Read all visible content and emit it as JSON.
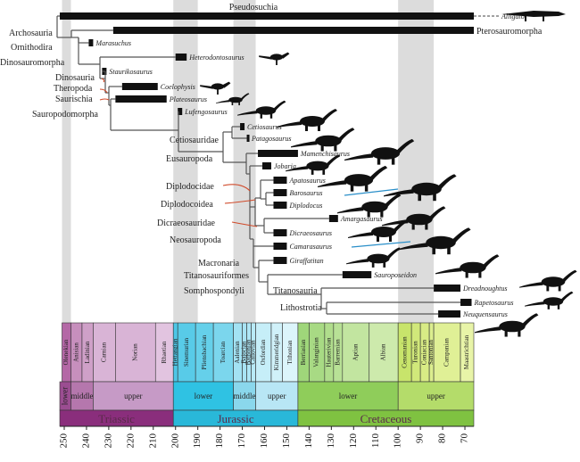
{
  "x_axis": {
    "ticks": [
      "250",
      "240",
      "230",
      "220",
      "210",
      "200",
      "190",
      "180",
      "170",
      "160",
      "150",
      "140",
      "130",
      "120",
      "110",
      "100",
      "90",
      "80",
      "70"
    ]
  },
  "periods": [
    {
      "name": "Triassic",
      "start": 252,
      "end": 201,
      "color": "#8a2e7c"
    },
    {
      "name": "Jurassic",
      "start": 201,
      "end": 145,
      "color": "#29b8d9"
    },
    {
      "name": "Cretaceous",
      "start": 145,
      "end": 66,
      "color": "#7fc241"
    }
  ],
  "epochs": [
    {
      "name": "lower",
      "start": 252,
      "end": 247,
      "color": "#9b4d91"
    },
    {
      "name": "middle",
      "start": 247,
      "end": 237,
      "color": "#b577ad"
    },
    {
      "name": "upper",
      "start": 237,
      "end": 201,
      "color": "#c69ac6"
    },
    {
      "name": "lower",
      "start": 201,
      "end": 174,
      "color": "#2fc2e3"
    },
    {
      "name": "middle",
      "start": 174,
      "end": 164,
      "color": "#8ad7ec"
    },
    {
      "name": "upper",
      "start": 164,
      "end": 145,
      "color": "#b8e6f5"
    },
    {
      "name": "lower",
      "start": 145,
      "end": 100,
      "color": "#8fcd5a"
    },
    {
      "name": "upper",
      "start": 100,
      "end": 66,
      "color": "#b4dc6a"
    }
  ],
  "stages": [
    {
      "name": "Olenekian",
      "start": 251,
      "end": 247,
      "color": "#b468a6"
    },
    {
      "name": "Anisian",
      "start": 247,
      "end": 242,
      "color": "#c78fbd"
    },
    {
      "name": "Ladinian",
      "start": 242,
      "end": 237,
      "color": "#cfa0c8"
    },
    {
      "name": "Carnian",
      "start": 237,
      "end": 227,
      "color": "#d9b4d6"
    },
    {
      "name": "Norian",
      "start": 227,
      "end": 209,
      "color": "#d9b4d6"
    },
    {
      "name": "Rhaetian",
      "start": 209,
      "end": 201,
      "color": "#e2c4e0"
    },
    {
      "name": "Hettangian",
      "start": 201,
      "end": 199,
      "color": "#4ec6e6"
    },
    {
      "name": "Sinemurian",
      "start": 199,
      "end": 191,
      "color": "#58cbe8"
    },
    {
      "name": "Pliensbachian",
      "start": 191,
      "end": 183,
      "color": "#65d0ea"
    },
    {
      "name": "Toarcian",
      "start": 183,
      "end": 174,
      "color": "#7bd6ed"
    },
    {
      "name": "Aalenian",
      "start": 174,
      "end": 170,
      "color": "#a3e2f3"
    },
    {
      "name": "Bajocian",
      "start": 170,
      "end": 168,
      "color": "#a8e3f3"
    },
    {
      "name": "Bathonian",
      "start": 168,
      "end": 166,
      "color": "#aee6f5"
    },
    {
      "name": "Callovian",
      "start": 166,
      "end": 164,
      "color": "#b8eaf6"
    },
    {
      "name": "Oxfordian",
      "start": 164,
      "end": 157,
      "color": "#c6eef8"
    },
    {
      "name": "Kimmeridgian",
      "start": 157,
      "end": 152,
      "color": "#d0f1f9"
    },
    {
      "name": "Tithonian",
      "start": 152,
      "end": 145,
      "color": "#dcf5fb"
    },
    {
      "name": "Berriasian",
      "start": 145,
      "end": 140,
      "color": "#9fd67a"
    },
    {
      "name": "Valanginian",
      "start": 140,
      "end": 133,
      "color": "#a8da84"
    },
    {
      "name": "Hauterivian",
      "start": 133,
      "end": 129,
      "color": "#b0dd8c"
    },
    {
      "name": "Barremian",
      "start": 129,
      "end": 125,
      "color": "#b8e196"
    },
    {
      "name": "Aptian",
      "start": 125,
      "end": 113,
      "color": "#c2e5a0"
    },
    {
      "name": "Albian",
      "start": 113,
      "end": 100,
      "color": "#cdeaac"
    },
    {
      "name": "Cenomanian",
      "start": 100,
      "end": 94,
      "color": "#c8e46b"
    },
    {
      "name": "Turonian",
      "start": 94,
      "end": 90,
      "color": "#d1e87a"
    },
    {
      "name": "Coniacian",
      "start": 90,
      "end": 86,
      "color": "#d8eb85"
    },
    {
      "name": "Santonian",
      "start": 86,
      "end": 84,
      "color": "#dcee8e"
    },
    {
      "name": "Campanian",
      "start": 84,
      "end": 72,
      "color": "#e0f096"
    },
    {
      "name": "Maastrichtian",
      "start": 72,
      "end": 66,
      "color": "#e8f4a8"
    }
  ],
  "shading_bands": [
    [
      251,
      247
    ],
    [
      201,
      190
    ],
    [
      174,
      164
    ],
    [
      100,
      84
    ]
  ],
  "taxa": [
    {
      "name": "Pseudosuchia",
      "label_style": "clade",
      "bar": [
        252,
        66
      ]
    },
    {
      "name": "Alligator",
      "label_style": "taxon",
      "dashed": true
    },
    {
      "name": "Pterosauromorpha",
      "label_style": "clade",
      "bar": [
        228,
        66
      ]
    },
    {
      "name": "Marasuchus",
      "label_style": "taxon",
      "bar": [
        239,
        237
      ]
    },
    {
      "name": "Heterodontosaurus",
      "label_style": "taxon",
      "bar": [
        200,
        195
      ]
    },
    {
      "name": "Staurikosaurus",
      "label_style": "taxon",
      "bar": [
        233,
        231
      ]
    },
    {
      "name": "Coelophysis",
      "label_style": "taxon",
      "bar": [
        224,
        208
      ]
    },
    {
      "name": "Plateosaurus",
      "label_style": "taxon",
      "bar": [
        227,
        204
      ]
    },
    {
      "name": "Lufengosaurus",
      "label_style": "taxon",
      "bar": [
        199,
        197
      ]
    },
    {
      "name": "Cetiosaurus",
      "label_style": "taxon",
      "bar": [
        171,
        169
      ]
    },
    {
      "name": "Patagosaurus",
      "label_style": "taxon",
      "bar": [
        168,
        167
      ]
    },
    {
      "name": "Mamenchisaurus",
      "label_style": "taxon",
      "bar": [
        163,
        145
      ]
    },
    {
      "name": "Jobaria",
      "label_style": "taxon",
      "bar": [
        161,
        157
      ]
    },
    {
      "name": "Apatosaurus",
      "label_style": "taxon",
      "bar": [
        156,
        150
      ]
    },
    {
      "name": "Barosaurus",
      "label_style": "taxon",
      "bar": [
        156,
        150
      ]
    },
    {
      "name": "Diplodocus",
      "label_style": "taxon",
      "bar": [
        156,
        150
      ]
    },
    {
      "name": "Amargasaurus",
      "label_style": "taxon",
      "bar": [
        131,
        127
      ]
    },
    {
      "name": "Dicraeosaurus",
      "label_style": "taxon",
      "bar": [
        156,
        150
      ]
    },
    {
      "name": "Camarasaurus",
      "label_style": "taxon",
      "bar": [
        156,
        150
      ]
    },
    {
      "name": "Giraffatitan",
      "label_style": "taxon",
      "bar": [
        156,
        150
      ]
    },
    {
      "name": "Sauroposeidon",
      "label_style": "taxon",
      "bar": [
        125,
        112
      ]
    },
    {
      "name": "Dreadnoughtus",
      "label_style": "taxon",
      "bar": [
        84,
        72
      ]
    },
    {
      "name": "Rapetosaurus",
      "label_style": "taxon",
      "bar": [
        72,
        67
      ]
    },
    {
      "name": "Neuquensaurus",
      "label_style": "taxon",
      "bar": [
        82,
        72
      ]
    }
  ],
  "clades": [
    "Archosauria",
    "Ornithodira",
    "Dinosauromorpha",
    "Dinosauria",
    "Theropoda",
    "Saurischia",
    "Sauropodomorpha",
    "Cetiosauridae",
    "Eusauropoda",
    "Diplodocidae",
    "Diplodocoidea",
    "Dicraeosauridae",
    "Neosauropoda",
    "Macronaria",
    "Titanosauriformes",
    "Somphospondyli",
    "Titanosauria",
    "Lithostrotia"
  ]
}
